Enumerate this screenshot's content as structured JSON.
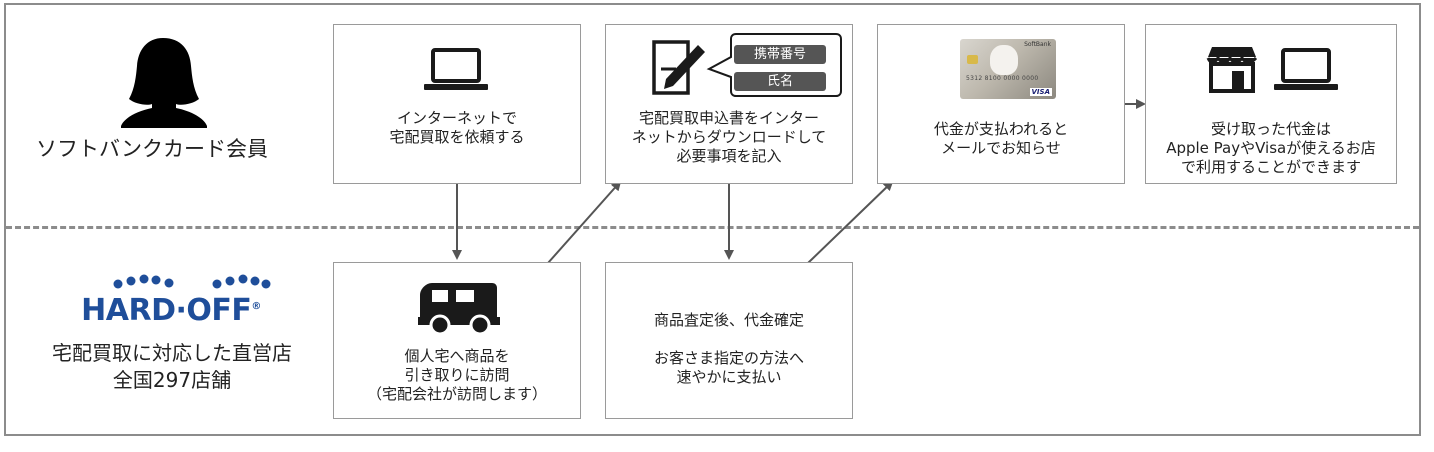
{
  "member_label": "ソフトバンクカード会員",
  "store": {
    "logo_text": "HARD·OFF",
    "logo_mark": "®",
    "label": "宅配買取に対応した直営店\n全国297店舗"
  },
  "steps": {
    "internet_request": "インターネットで\n宅配買取を依頼する",
    "application_form": "宅配買取申込書をインター\nネットからダウンロードして\n必要事項を記入",
    "form_fields": [
      "携帯番号",
      "氏名"
    ],
    "payment_notice": "代金が支払われると\nメールでお知らせ",
    "use_money": "受け取った代金は\nApple PayやVisaが使えるお店\nで利用することができます",
    "pickup": "個人宅へ商品を\n引き取りに訪問\n（宅配会社が訪問します）",
    "appraisal": "商品査定後、代金確定\n\nお客さま指定の方法へ\n速やかに支払い"
  },
  "card": {
    "brand_text": "SoftBank",
    "network": "VISA",
    "number_text": "5312 8100 0000 0000"
  },
  "colors": {
    "border": "#9a9a9a",
    "frame": "#8c8c8c",
    "icon": "#1a1a1a",
    "pill": "#555555",
    "logo": "#1f4e9a",
    "arrow": "#555555"
  }
}
